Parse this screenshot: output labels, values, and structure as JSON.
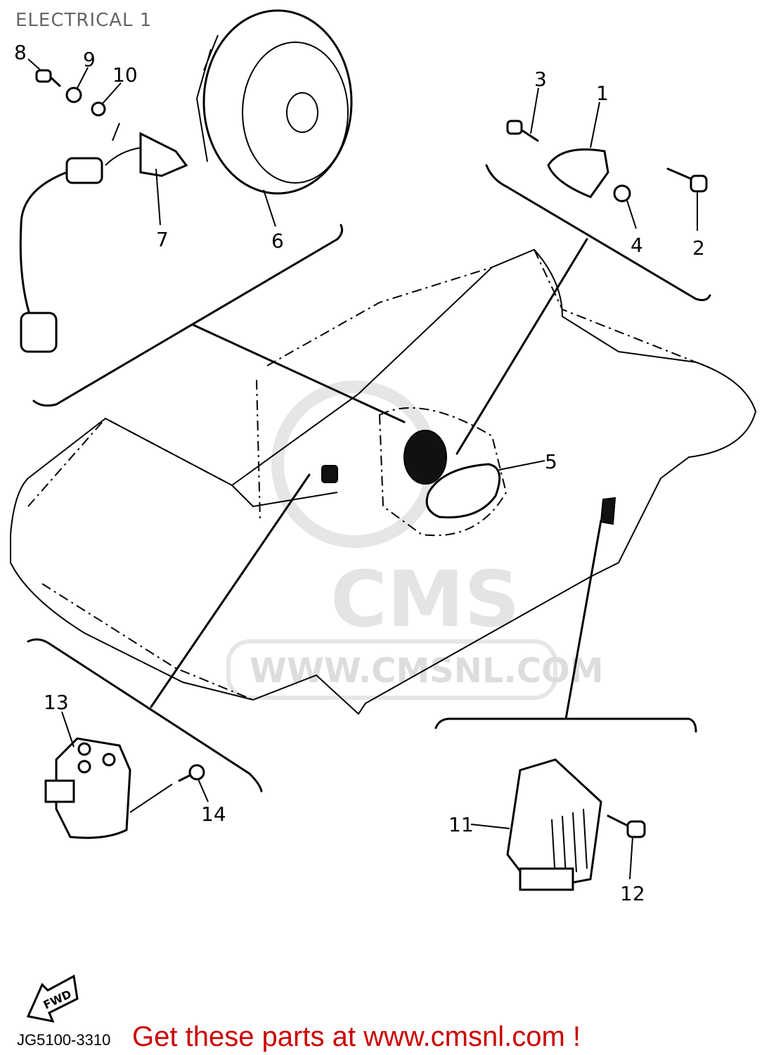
{
  "title": "ELECTRICAL 1",
  "diagram_code": "JG5100-3310",
  "promo_text": "Get these parts at www.cmsnl.com !",
  "watermark": {
    "logo_text": "CMS",
    "url_text": "WWW.CMSNL.COM"
  },
  "fwd_label": "FWD",
  "callouts": [
    "1",
    "2",
    "3",
    "4",
    "5",
    "6",
    "7",
    "8",
    "9",
    "10",
    "11",
    "12",
    "13",
    "14"
  ]
}
